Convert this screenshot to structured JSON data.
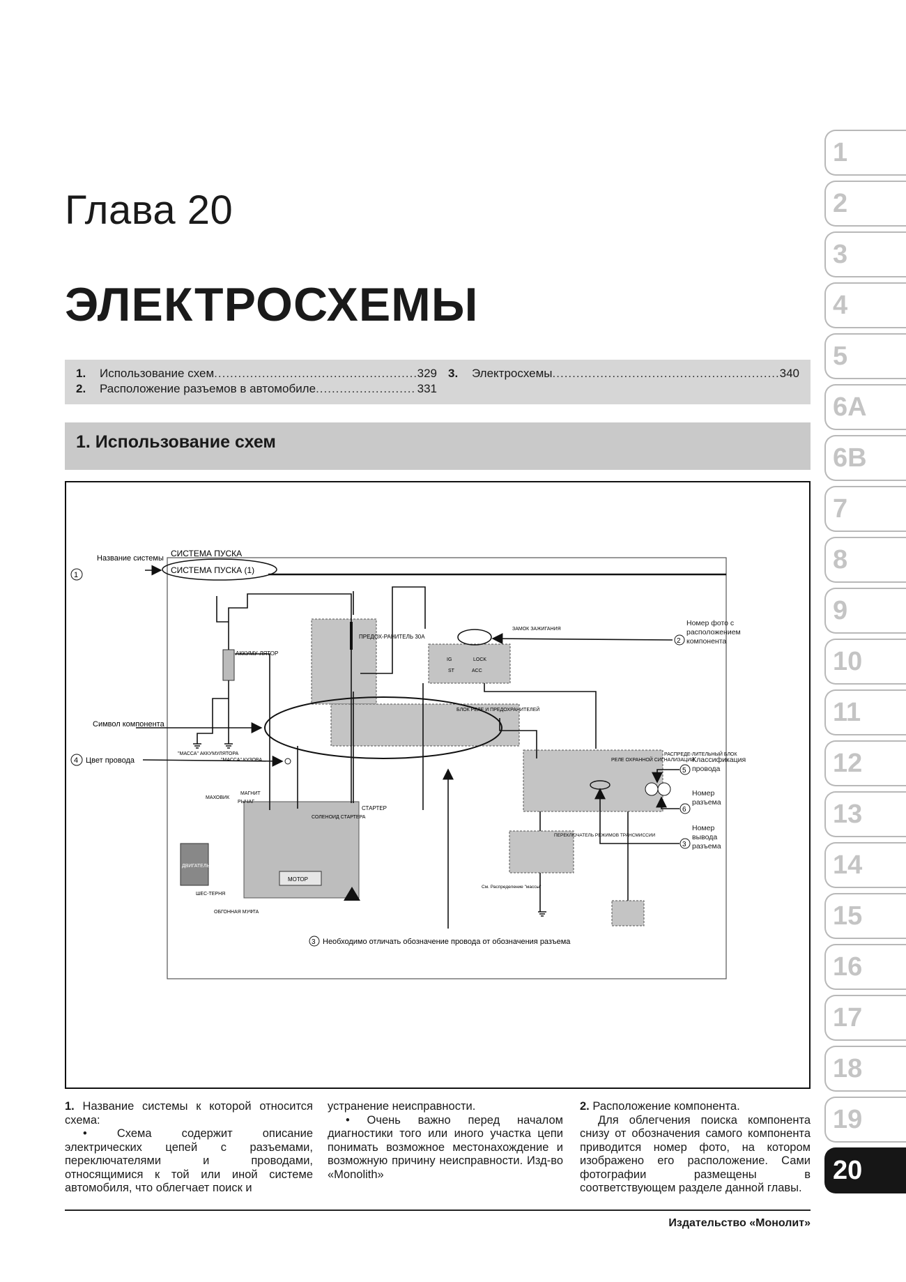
{
  "chapter": {
    "label": "Глава 20",
    "title": "ЭЛЕКТРОСХЕМЫ"
  },
  "toc": [
    {
      "num": "1.",
      "title": "Использование схем",
      "page": "329"
    },
    {
      "num": "2.",
      "title": "Расположение разъемов в автомобиле",
      "page": "331"
    },
    {
      "num": "3.",
      "title": "Электросхемы",
      "page": "340"
    }
  ],
  "section": {
    "title": "1. Использование схем"
  },
  "diagram": {
    "callouts": {
      "c1_label": "Название системы",
      "c2_label": "Номер фото с расположением компонента",
      "c3_label": "Необходимо отличать обозначение провода от обозначения разъема",
      "c4_label": "Цвет провода",
      "c5_label": "Классификация провода",
      "c6_label": "Номер разъема",
      "c7_label": "Номер вывода разъема",
      "symbol_label": "Символ компонента",
      "num1": "1",
      "num2": "2",
      "num3": "3",
      "num4": "4",
      "num5": "5",
      "num6": "6",
      "num7": "3"
    },
    "system_name_top": "СИСТЕМА ПУСКА",
    "system_name_oval": "СИСТЕМА ПУСКА (1)",
    "labels": {
      "battery": "АККУМУ-ЛЯТОР",
      "ground_batt": "\"МАССА\" АККУМУЛЯТОРА",
      "ground_body": "\"МАССА\" КУЗОВА",
      "fuse": "ПРЕДОХ-РАНИТЕЛЬ 30А",
      "ign_lock": "ЗАМОК ЗАЖИГАНИЯ",
      "relay_block": "БЛОК РЕЛЕ И ПРЕДОХРАНИТЕЛЕЙ",
      "distr_block": "РАСПРЕДЕ-ЛИТЕЛЬНЫЙ БЛОК",
      "alarm_relay": "РЕЛЕ ОХРАННОЙ СИГНАЛИЗАЦИИ",
      "starter": "СТАРТЕР",
      "starter_solenoid": "СОЛЕНОИД СТАРТЕРА",
      "motor": "МОТОР",
      "engine": "ДВИГАТЕЛЬ",
      "flywheel": "МАХОВИК",
      "magnet": "МАГНИТ",
      "lever": "РЫЧАГ",
      "gear": "ШЕС-ТЕРНЯ",
      "clutch": "ОБГОННАЯ МУФТА",
      "range_switch": "ПЕРЕКЛЮЧАТЕЛЬ РЕЖИМОВ ТРАНСМИССИИ",
      "see_distr": "См. Распределение \"массы\"",
      "lock": "LOCK",
      "acc": "ACC",
      "ig": "IG",
      "st": "ST"
    }
  },
  "body": {
    "col1_num": "1.",
    "col1_head": "Название системы к которой относится схема:",
    "col1_text": "• Схема содержит описание электрических цепей с разъемами, переключателями и проводами, относящимися к той или иной системе автомобиля, что облегчает поиск и",
    "col2_text1": "устранение неисправности.",
    "col2_text2": "• Очень важно перед началом диагностики того или иного участка цепи понимать возможное местонахождение и возможную причину неисправности. Изд-во «Monolith»",
    "col3_num": "2.",
    "col3_head": "Расположение компонента.",
    "col3_text": "Для облегчения поиска компонента снизу от обозначения самого компонента приводится номер фото, на котором изображено его расположение. Сами фотографии размещены в соответствующем разделе данной главы."
  },
  "footer": {
    "publisher": "Издательство «Монолит»"
  },
  "tabs": [
    "1",
    "2",
    "3",
    "4",
    "5",
    "6A",
    "6B",
    "7",
    "8",
    "9",
    "10",
    "11",
    "12",
    "13",
    "14",
    "15",
    "16",
    "17",
    "18",
    "19",
    "20"
  ],
  "active_tab": "20",
  "colors": {
    "shade": "#c9c9c9",
    "tab_active": "#161616",
    "tab_text": "#c4c4c4"
  }
}
